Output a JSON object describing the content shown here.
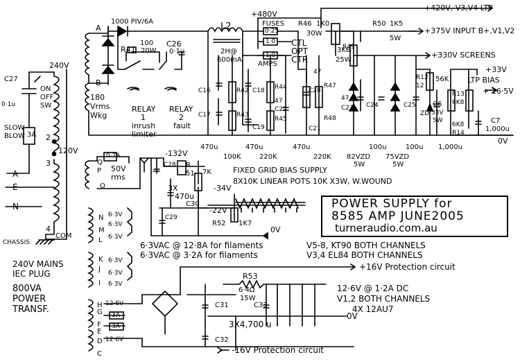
{
  "title_block": {
    "line1": "POWER SUPPLY for",
    "line2": "8585 AMP JUNE2005",
    "line3": "turneraudio.com.au"
  },
  "mains": {
    "voltage": "240V",
    "on_off": "ON",
    "off": "OFF",
    "sw": "SW",
    "c27": "C27",
    "c27_val": "0·1u",
    "fuse_slow": "SLOW",
    "fuse_blow": "BLOW",
    "fuse_rating": "3A",
    "tap_2": "2",
    "tap_3": "3",
    "tap_4": "4",
    "tap_120": "120V",
    "a": "A",
    "e": "E",
    "n": "N",
    "chassis": "CHASSIS",
    "com": "COM",
    "plug1": "240V MAINS",
    "plug2": "IEC PLUG",
    "xf1": "800VA",
    "xf2": "POWER",
    "xf3": "TRANSF."
  },
  "hv": {
    "rect": "1000 PIV/6A",
    "a_tap": "A",
    "b_tap": "B",
    "vrms1": "180",
    "vrms2": "Vrms",
    "vrms3": "Wkg",
    "r41": "R41",
    "r41_val1": "100",
    "r41_val2": "20W",
    "c26": "C26",
    "c26_val": "0·1u",
    "relay1": "RELAY",
    "relay1_num": "1",
    "relay1_fn1": "inrush",
    "relay1_fn2": "limiter",
    "relay2": "RELAY",
    "relay2_num": "2",
    "relay2_fn": "fault",
    "l2": "L2",
    "l2_val1": "2H@",
    "l2_val2": "600mA",
    "c16": "C16",
    "c17": "C17",
    "r42": "R42",
    "r43": "R43",
    "c18": "C18",
    "c19": "C19",
    "r44": "R44",
    "r45": "R45",
    "c22": "C22",
    "c22_val": "47",
    "c20": "C20",
    "c21": "C21",
    "r47": "R47",
    "r48": "R48",
    "c23": "C23",
    "c23_val": "47",
    "c_b47": "47",
    "v480": "+480V",
    "fuses": "FUSES",
    "f025": "0·25",
    "f10a": "1·0",
    "f10b": "1·0",
    "amps": "AMPS",
    "r46": "R46",
    "r46_val": "1K0",
    "r46_w": "30W",
    "ctl": "CTL",
    "opt": "OPT",
    "ctr": "CTR",
    "r49": "R49",
    "r49_val1": "3K6",
    "r49_val2": "25W",
    "r50": "R50",
    "r50_val": "1K5",
    "r50_w": "5W",
    "c24": "C24",
    "c25": "C25",
    "r12": "R12",
    "r12_val": "12",
    "r56k": "56K",
    "c6": "C6",
    "zd": "ZD",
    "zd_v": "33V",
    "zd_w": "5W",
    "r13": "R13",
    "r13_val": "6K8",
    "r14": "R14",
    "r14_val": "6K8",
    "c7": "C7",
    "c7_val": "1,000u",
    "out_420": "+420V, V3,V4 LTP",
    "out_375": "+375V INPUT B+,V1,V2",
    "out_330": "+330V SCREENS",
    "out_33": "+33V",
    "ltp_bias": "LTP BIAS",
    "out_165": "+ 16·5V",
    "zero_v": "0V",
    "b470a": "470u",
    "b470b": "470u",
    "b470c": "470u",
    "b100k": "100K",
    "b220k": "220K",
    "b220k2": "220K",
    "b82zd": "82VZD",
    "b82w": "5W",
    "b100u": "100u",
    "b75zd": "75VZD",
    "b75w": "5W",
    "b100u2": "100u",
    "b1000": "1,000u"
  },
  "bias": {
    "v132": "-132V",
    "fuse": "0·7A",
    "v50a": "50V",
    "v50b": "rms",
    "p": "P",
    "q": "Q",
    "o": "O",
    "c28": "C28",
    "r51": "R",
    "r51_num": "51",
    "r7k": "7K",
    "cap3": "3X",
    "cap470": "470u",
    "c30": "C30",
    "c29": "C29",
    "v34": "-34V",
    "v22": "-22V",
    "r52": "R52",
    "r52_val": "1K7",
    "zero": "0V",
    "fixed": "FIXED GRID BIAS SUPPLY",
    "pots": "8X10K  LINEAR POTS  10K X3W, W.WOUND"
  },
  "filaments": {
    "n": "N",
    "m": "M",
    "l": "L",
    "k": "K",
    "j": "J",
    "i": "I",
    "v63a": "6·3V",
    "v63b": "6·3V",
    "v63c": "6·3V",
    "v63d": "6·3V",
    "v63e": "6·3V",
    "v63f": "6·3V",
    "line1": "6·3VAC @ 12·8A   for filaments",
    "line1b": "V5-8, KT90 BOTH CHANNELS",
    "line2": "6·3VAC @ 3·2A   for filaments",
    "line2b": "V3,4  EL84 BOTH CHANNELS"
  },
  "lowv": {
    "h": "H",
    "g": "G",
    "f": "F",
    "e": "E",
    "d": "D",
    "c": "C",
    "v126a": "12·6V",
    "v126b": "12·6V",
    "fa": "3A",
    "fb": "3A",
    "r53": "R53",
    "r53_val": "6·4Ω",
    "r53_w": "15W",
    "c31": "C31",
    "c33": "C33",
    "c32": "C32",
    "cap": "3X4,700 u",
    "p16": "+16V  Protection circuit",
    "m16": "-16V  Protection circuit",
    "dc": "12·6V @ 1·2A DC",
    "heat1": "V1,2  BOTH CHANNELS",
    "heat2": "4X 12AU7",
    "zero": "0V"
  }
}
